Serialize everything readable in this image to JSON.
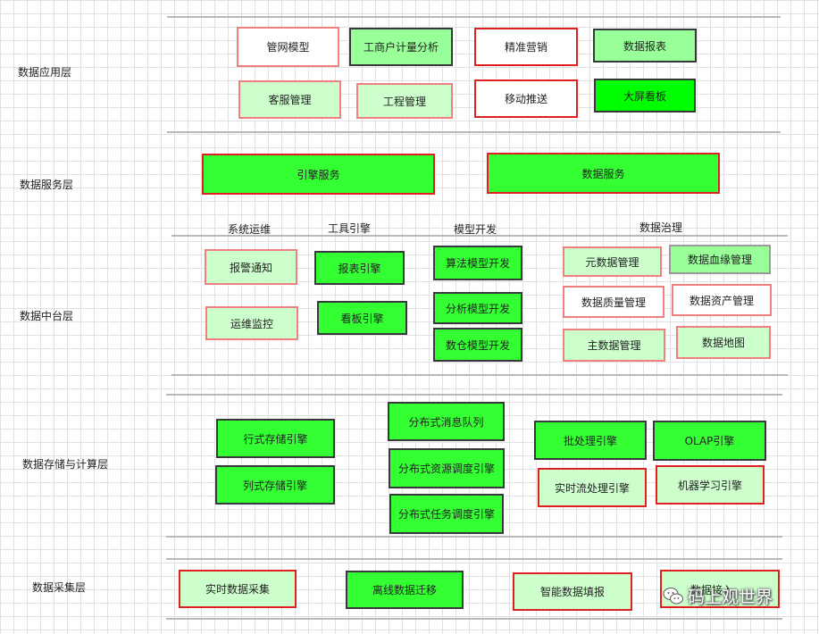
{
  "layers": {
    "app": "数据应用层",
    "service": "数据服务层",
    "platform": "数据中台层",
    "storage": "数据存储与计算层",
    "collect": "数据采集层"
  },
  "app_boxes": [
    "管网模型",
    "工商户计量分析",
    "精准营销",
    "数据报表",
    "客服管理",
    "工程管理",
    "移动推送",
    "大屏看板"
  ],
  "service_boxes": [
    "引擎服务",
    "数据服务"
  ],
  "platform_groups": [
    "系统运维",
    "工具引擎",
    "模型开发",
    "数据治理"
  ],
  "platform_boxes": [
    "报警通知",
    "运维监控",
    "报表引擎",
    "看板引擎",
    "算法模型开发",
    "分析模型开发",
    "数仓模型开发",
    "元数据管理",
    "数据血缘管理",
    "数据质量管理",
    "数据资产管理",
    "主数据管理",
    "数据地图"
  ],
  "storage_boxes": [
    "行式存储引擎",
    "列式存储引擎",
    "分布式消息队列",
    "分布式资源调度引擎",
    "分布式任务调度引擎",
    "批处理引擎",
    "OLAP引擎",
    "实时流处理引擎",
    "机器学习引擎"
  ],
  "collect_boxes": [
    "实时数据采集",
    "离线数据迁移",
    "智能数据填报",
    "数据接入"
  ],
  "watermark": "码上观世界"
}
